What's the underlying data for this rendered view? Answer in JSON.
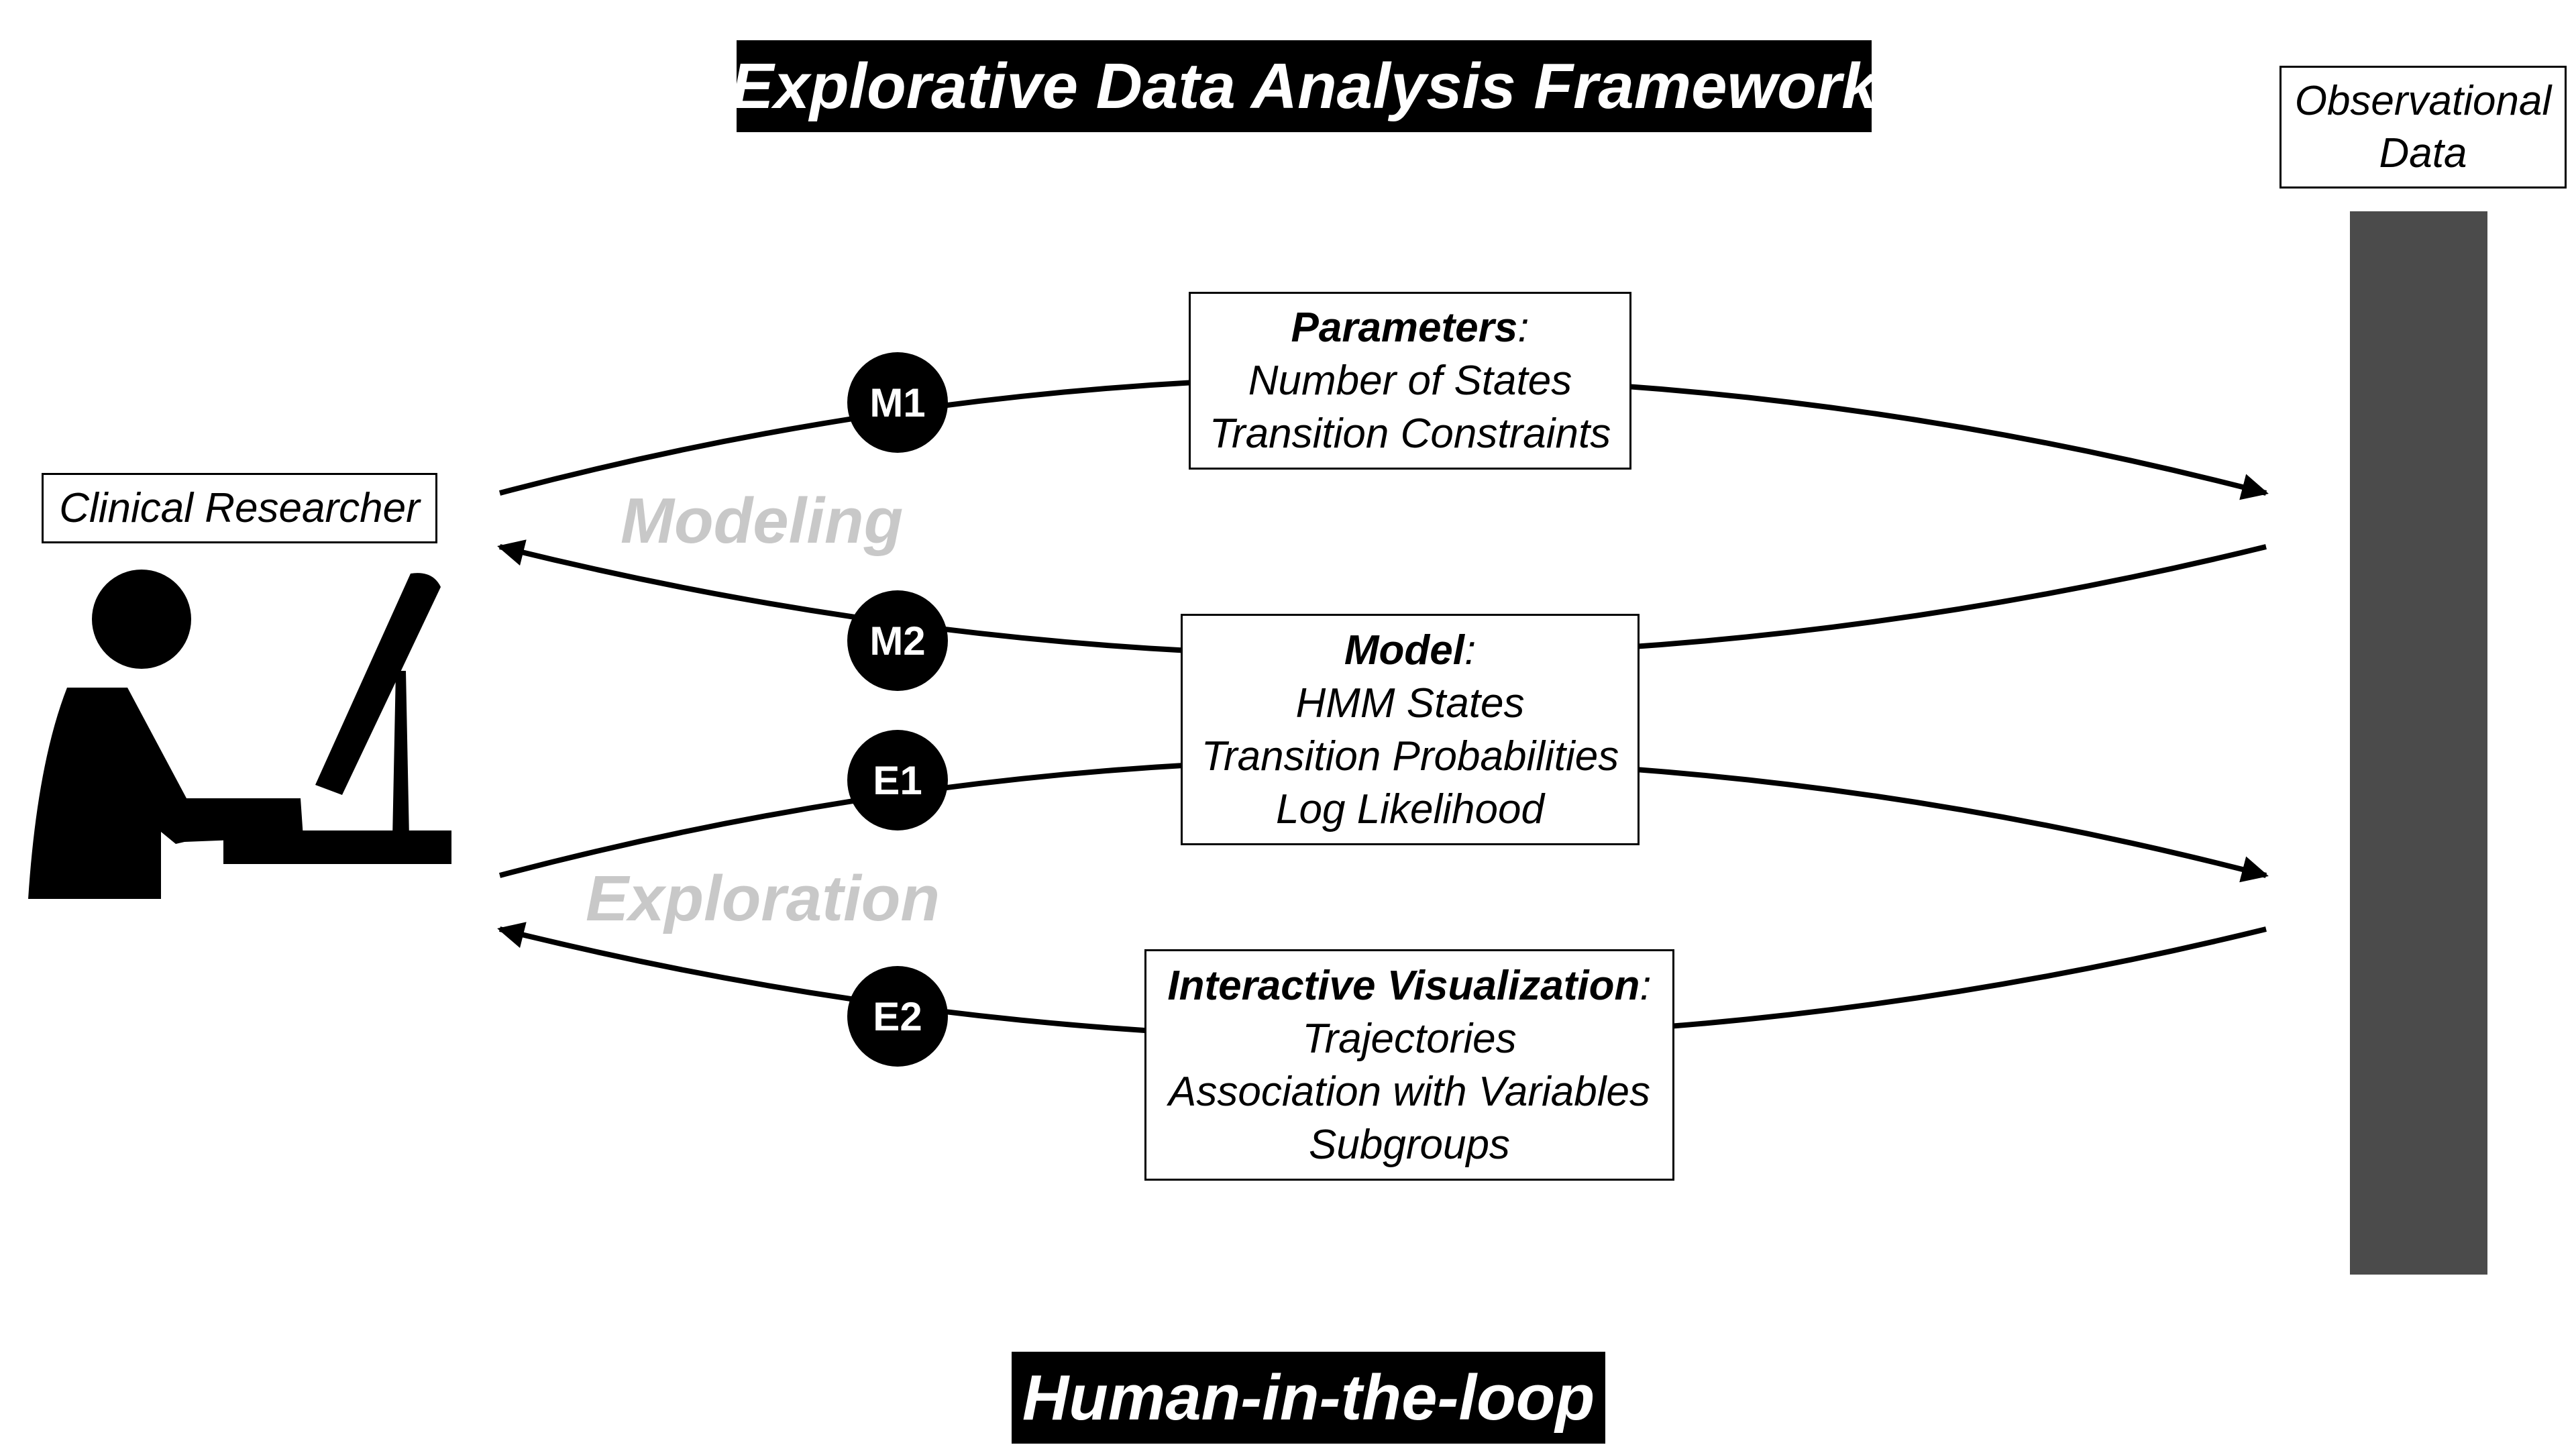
{
  "title": "Explorative Data Analysis Framework",
  "footer_title": "Human-in-the-loop",
  "actors": {
    "researcher": "Clinical Researcher",
    "data_lines": [
      "Observational",
      "Data"
    ]
  },
  "sections": {
    "modeling": "Modeling",
    "exploration": "Exploration"
  },
  "steps": {
    "m1": "M1",
    "m2": "M2",
    "e1": "E1",
    "e2": "E2"
  },
  "boxes": {
    "parameters": {
      "heading": "Parameters",
      "heading_suffix": ":",
      "lines": [
        "Number of States",
        "Transition Constraints"
      ]
    },
    "model": {
      "heading": "Model",
      "heading_suffix": ":",
      "lines": [
        "HMM States",
        "Transition Probabilities",
        "Log Likelihood"
      ]
    },
    "visualization": {
      "heading": "Interactive Visualization",
      "heading_suffix": ":",
      "lines": [
        "Trajectories",
        "Association with Variables",
        "Subgroups"
      ]
    }
  },
  "colors": {
    "banner": "#000000",
    "section_label": "#c8c8c8",
    "data_bar": "#4b4b4b"
  }
}
